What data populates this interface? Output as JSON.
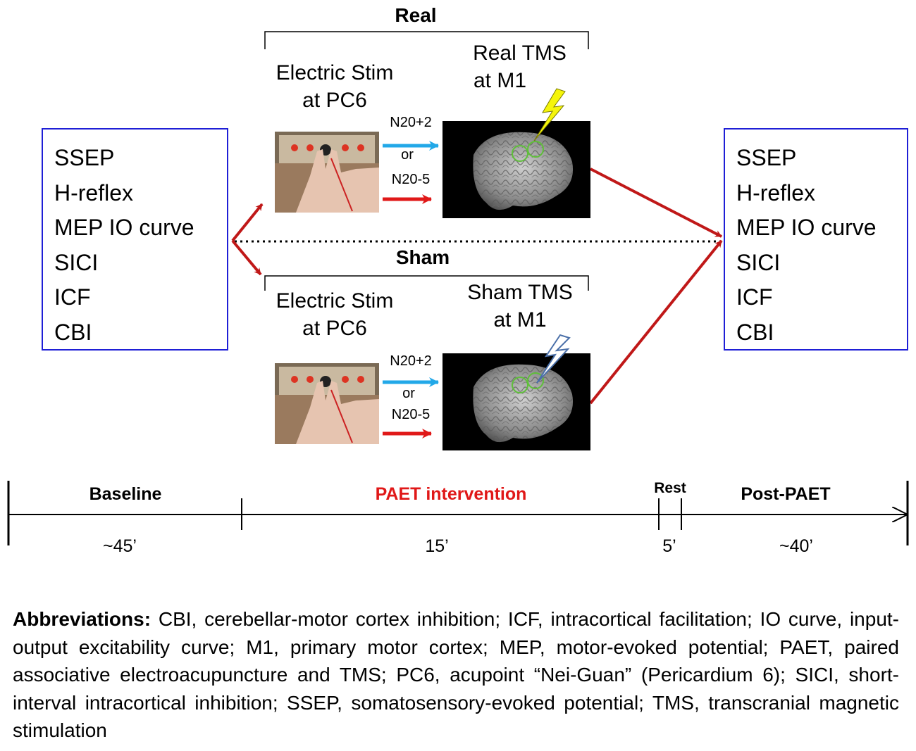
{
  "measures": [
    "SSEP",
    "H-reflex",
    "MEP IO curve",
    "SICI",
    "ICF",
    "CBI"
  ],
  "real": {
    "heading": "Real",
    "stim_label": [
      "Electric Stim",
      "at PC6"
    ],
    "tms_label": [
      "Real TMS",
      "at M1"
    ],
    "timing_a": "N20+2",
    "timing_or": "or",
    "timing_b": "N20-5"
  },
  "sham": {
    "heading": "Sham",
    "stim_label": [
      "Electric Stim",
      "at PC6"
    ],
    "tms_label": [
      "Sham TMS",
      "at M1"
    ],
    "timing_a": "N20+2",
    "timing_or": "or",
    "timing_b": "N20-5"
  },
  "timeline": {
    "phases": [
      {
        "label": "Baseline",
        "duration": "~45’"
      },
      {
        "label": "PAET intervention",
        "duration": "15’"
      },
      {
        "label": "Rest",
        "duration": "5’"
      },
      {
        "label": "Post-PAET",
        "duration": "~40’"
      }
    ]
  },
  "abbreviations": {
    "heading": "Abbreviations:",
    "text": "CBI, cerebellar-motor cortex inhibition; ICF, intracortical facilitation; IO curve, input-output excitability curve; M1, primary motor cortex; MEP, motor-evoked potential; PAET, paired associative electroacupuncture and TMS; PC6, acupoint “Nei-Guan” (Pericardium 6); SICI, short-interval intracortical inhibition; SSEP, somatosensory-evoked potential; TMS, transcranial magnetic stimulation"
  },
  "colors": {
    "box_border": "#1f1fd6",
    "arrow_red": "#c01818",
    "arrow_blue": "#22a8e8",
    "paet_label": "#e01818",
    "bolt_yellow": "#f5f50a",
    "bolt_outline": "#4a6fa8",
    "target_circle": "#5fbf3a"
  }
}
